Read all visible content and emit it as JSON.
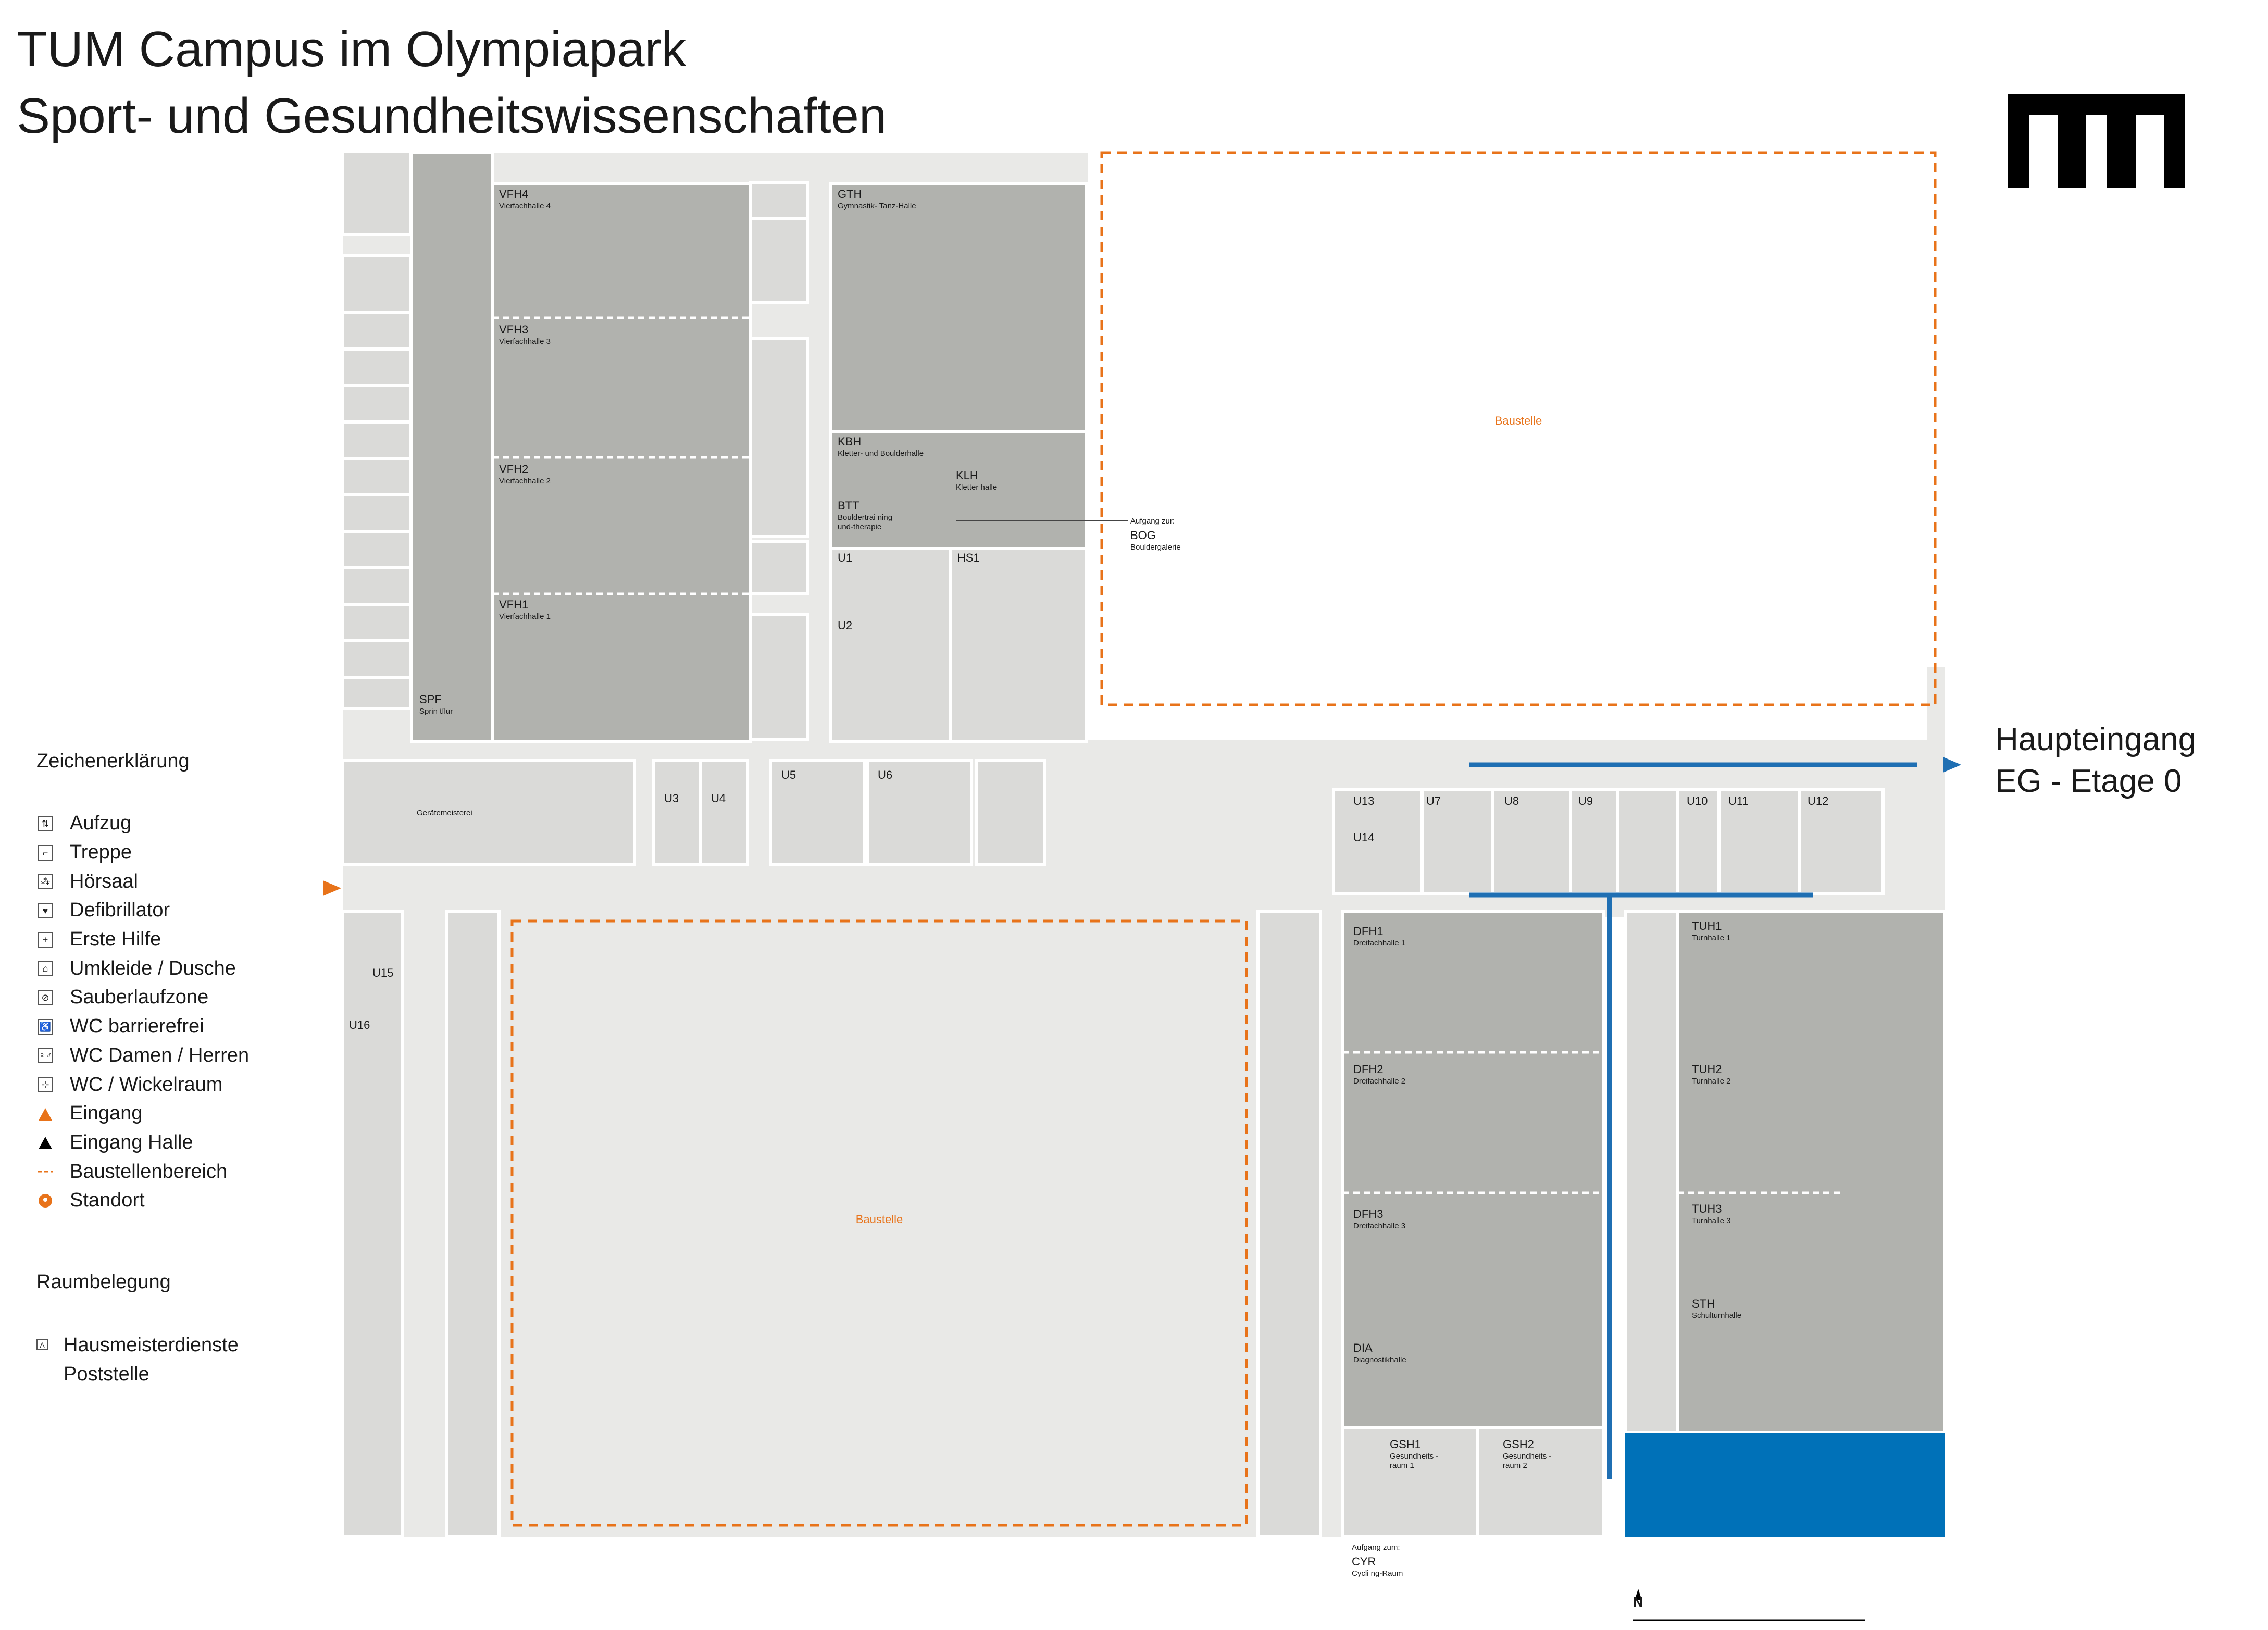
{
  "header": {
    "title_line1": "TUM Campus im Olympiapark",
    "title_line2": "Sport- und Gesundheitswissenschaften",
    "logo_text": "TUM"
  },
  "entrance": {
    "line1": "Haupteingang",
    "line2": "EG - Etage 0"
  },
  "legend": {
    "heading": "Zeichenerklärung",
    "items": [
      {
        "label": "Aufzug",
        "icon": "elevator-icon"
      },
      {
        "label": "Treppe",
        "icon": "stairs-icon"
      },
      {
        "label": "Hörsaal",
        "icon": "lecture-hall-icon"
      },
      {
        "label": "Defibrillator",
        "icon": "defibrillator-icon"
      },
      {
        "label": "Erste Hilfe",
        "icon": "first-aid-icon"
      },
      {
        "label": "Umkleide  / Dusche",
        "icon": "changing-room-icon"
      },
      {
        "label": "Sauberlaufzone",
        "icon": "clean-zone-icon"
      },
      {
        "label": "WC barrierefrei",
        "icon": "wc-accessible-icon"
      },
      {
        "label": "WC  Damen  / Herren",
        "icon": "wc-icon"
      },
      {
        "label": "WC  / Wickelraum",
        "icon": "changing-table-icon"
      },
      {
        "label": "Eingang",
        "icon": "entrance-triangle-orange"
      },
      {
        "label": "Eingang Halle",
        "icon": "entrance-triangle-black"
      },
      {
        "label": "Baustellenbereich",
        "icon": "construction-dash"
      },
      {
        "label": "Standort",
        "icon": "location-icon"
      }
    ]
  },
  "room_usage": {
    "heading": "Raumbelegung",
    "marker": "A",
    "line1": "Hausmeisterdienste",
    "line2": "Poststelle"
  },
  "rooms": {
    "vfh4": {
      "code": "VFH4",
      "name": "Vierfachhalle 4"
    },
    "vfh3": {
      "code": "VFH3",
      "name": "Vierfachhalle 3"
    },
    "vfh2": {
      "code": "VFH2",
      "name": "Vierfachhalle 2"
    },
    "vfh1": {
      "code": "VFH1",
      "name": "Vierfachhalle 1"
    },
    "spf": {
      "code": "SPF",
      "name": "Sprin tflur"
    },
    "gth": {
      "code": "GTH",
      "name": "Gymnastik- Tanz-Halle"
    },
    "kbh": {
      "code": "KBH",
      "name": "Kletter- und Boulderhalle"
    },
    "klh": {
      "code": "KLH",
      "name": "Kletter halle"
    },
    "btt": {
      "code": "BTT",
      "name1": "Bouldertrai ning",
      "name2": "und-therapie"
    },
    "u1": {
      "code": "U1"
    },
    "hs1": {
      "code": "HS1"
    },
    "u2": {
      "code": "U2"
    },
    "geraete": {
      "name": "Gerätemeisterei"
    },
    "u3": {
      "code": "U3"
    },
    "u4": {
      "code": "U4"
    },
    "u5": {
      "code": "U5"
    },
    "u6": {
      "code": "U6"
    },
    "u7": {
      "code": "U7"
    },
    "u8": {
      "code": "U8"
    },
    "u9": {
      "code": "U9"
    },
    "u10": {
      "code": "U10"
    },
    "u11": {
      "code": "U11"
    },
    "u12": {
      "code": "U12"
    },
    "u13": {
      "code": "U13"
    },
    "u14": {
      "code": "U14"
    },
    "u15": {
      "code": "U15"
    },
    "u16": {
      "code": "U16"
    },
    "dfh1": {
      "code": "DFH1",
      "name": "Dreifachhalle 1"
    },
    "dfh2": {
      "code": "DFH2",
      "name": "Dreifachhalle 2"
    },
    "dfh3": {
      "code": "DFH3",
      "name": "Dreifachhalle 3"
    },
    "dia": {
      "code": "DIA",
      "name": "Diagnostikhalle"
    },
    "gsh1": {
      "code": "GSH1",
      "name1": "Gesundheits -",
      "name2": "raum 1"
    },
    "gsh2": {
      "code": "GSH2",
      "name1": "Gesundheits -",
      "name2": "raum 2"
    },
    "tuh1": {
      "code": "TUH1",
      "name": "Turnhalle 1"
    },
    "tuh2": {
      "code": "TUH2",
      "name": "Turnhalle 2"
    },
    "tuh3": {
      "code": "TUH3",
      "name": "Turnhalle 3"
    },
    "sth": {
      "code": "STH",
      "name": "Schulturnhalle"
    }
  },
  "baustelle": {
    "north": "Baustelle",
    "south": "Baustelle"
  },
  "callouts": {
    "bog": {
      "intro": "Aufgang zur:",
      "code": "BOG",
      "name": "Bouldergalerie"
    },
    "cyr": {
      "intro": "Aufgang zum:",
      "code": "CYR",
      "name": "Cycli ng-Raum"
    }
  },
  "north_label": "N",
  "colors": {
    "hall": "#b1b2ae",
    "room": "#dadad8",
    "corridor": "#e9e9e7",
    "construction": "#e8731a",
    "route": "#1f6fb3",
    "standort": "#0071b8"
  }
}
